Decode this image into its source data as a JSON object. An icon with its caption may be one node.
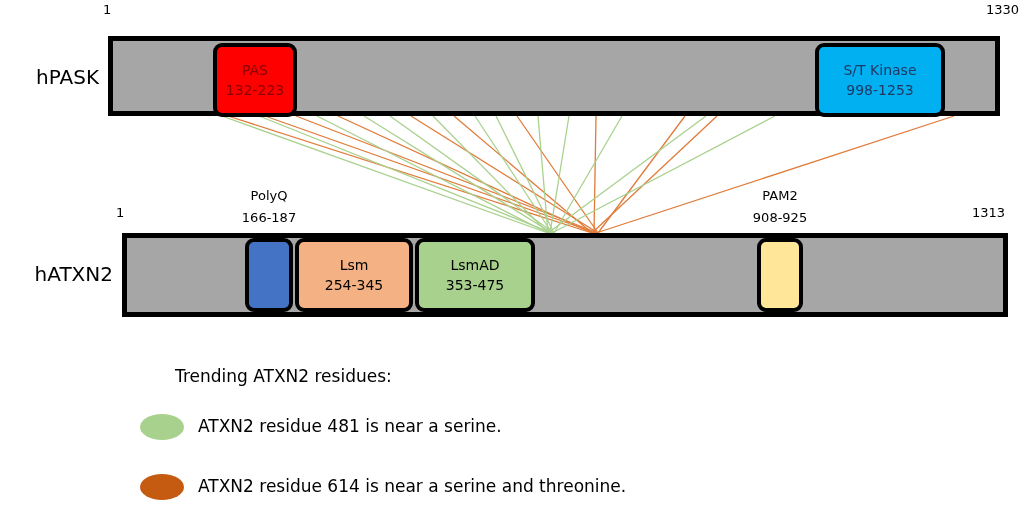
{
  "diagram": {
    "nodes": [
      {
        "text": [
          "hPASK"
        ]
      },
      {
        "text": [
          "PAS",
          "132-223"
        ],
        "in": 0
      },
      {
        "text": [
          "S/T Kinase",
          "998-1253"
        ],
        "in": 0
      },
      {
        "text": [
          "hATXN2"
        ]
      },
      {
        "text": [
          "PolyQ",
          "166-187"
        ],
        "in": 3
      },
      {
        "text": [
          "Lsm",
          "254-345"
        ],
        "in": 3
      },
      {
        "text": [
          "LsmAD",
          "353-475"
        ],
        "in": 3
      },
      {
        "text": [
          "PAM2",
          "908-925"
        ],
        "in": 3
      }
    ],
    "edges": [
      {
        "from": 0,
        "to": 3,
        "arrow": "none",
        "color": "#a9d18e"
      },
      {
        "from": 0,
        "to": 3,
        "arrow": "none",
        "color": "#e07b39"
      },
      {
        "from": 0,
        "to": 3,
        "arrow": "none",
        "color": "#a9d18e"
      },
      {
        "from": 0,
        "to": 3,
        "arrow": "none",
        "color": "#e07b39"
      },
      {
        "from": 0,
        "to": 3,
        "arrow": "none",
        "color": "#e07b39"
      },
      {
        "from": 0,
        "to": 3,
        "arrow": "none",
        "color": "#a9d18e"
      },
      {
        "from": 0,
        "to": 3,
        "arrow": "none",
        "color": "#e07b39"
      },
      {
        "from": 0,
        "to": 3,
        "arrow": "none",
        "color": "#a9d18e"
      },
      {
        "from": 0,
        "to": 3,
        "arrow": "none",
        "color": "#a9d18e"
      },
      {
        "from": 0,
        "to": 3,
        "arrow": "none",
        "color": "#e07b39"
      },
      {
        "from": 0,
        "to": 3,
        "arrow": "none",
        "color": "#a9d18e"
      },
      {
        "from": 0,
        "to": 3,
        "arrow": "none",
        "color": "#e07b39"
      },
      {
        "from": 0,
        "to": 3,
        "arrow": "none",
        "color": "#a9d18e"
      },
      {
        "from": 0,
        "to": 3,
        "arrow": "none",
        "color": "#a9d18e"
      },
      {
        "from": 0,
        "to": 3,
        "arrow": "none",
        "color": "#e07b39"
      },
      {
        "from": 0,
        "to": 3,
        "arrow": "none",
        "color": "#a9d18e"
      },
      {
        "from": 0,
        "to": 3,
        "arrow": "none",
        "color": "#a9d18e"
      },
      {
        "from": 0,
        "to": 3,
        "arrow": "none",
        "color": "#e07b39"
      },
      {
        "from": 0,
        "to": 3,
        "arrow": "none",
        "color": "#a9d18e"
      },
      {
        "from": 0,
        "to": 3,
        "arrow": "none",
        "color": "#e07b39"
      },
      {
        "from": 0,
        "to": 3,
        "arrow": "none",
        "color": "#a9d18e"
      },
      {
        "from": 0,
        "to": 3,
        "arrow": "none",
        "color": "#e07b39"
      },
      {
        "from": 0,
        "to": 3,
        "arrow": "none",
        "color": "#a9d18e"
      },
      {
        "from": 0,
        "to": 3,
        "arrow": "none",
        "color": "#e07b39"
      }
    ],
    "labels": [
      "1",
      "1330",
      "1",
      "1313",
      "Trending ATXN2 residues:"
    ],
    "legend": [
      {
        "text": "ATXN2 residue 481 is near a serine.",
        "color": "#a9d18e"
      },
      {
        "text": "ATXN2 residue 614 is near a serine and threonine.",
        "color": "#c55a11"
      }
    ]
  }
}
